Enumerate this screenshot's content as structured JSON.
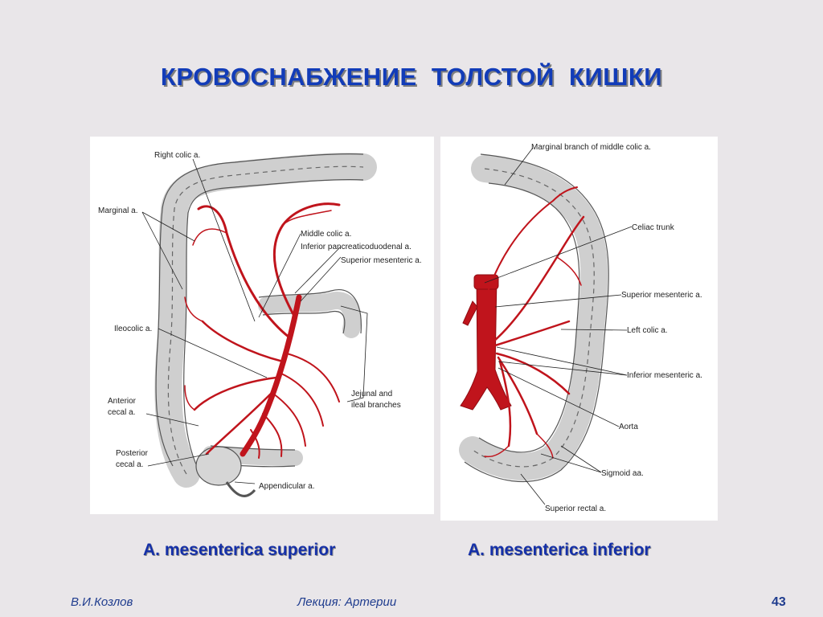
{
  "slide": {
    "title": "КРОВОСНАБЖЕНИЕ  ТОЛСТОЙ  КИШКИ",
    "caption_left": "A. mesenterica superior",
    "caption_right": "A. mesenterica inferior",
    "footer_author": "В.И.Козлов",
    "footer_lecture": "Лекция: Артерии",
    "page_number": "43"
  },
  "left_diagram": {
    "labels": {
      "right_colic": "Right colic a.",
      "marginal": "Marginal a.",
      "middle_colic": "Middle colic a.",
      "inferior_pancreaticoduodenal": "Inferior pancreaticoduodenal a.",
      "superior_mesenteric": "Superior mesenteric a.",
      "ileocolic": "Ileocolic a.",
      "jejunal_1": "Jejunal and",
      "jejunal_2": "ileal branches",
      "anterior_cecal_1": "Anterior",
      "anterior_cecal_2": "cecal a.",
      "posterior_cecal_1": "Posterior",
      "posterior_cecal_2": "cecal a.",
      "appendicular": "Appendicular a."
    }
  },
  "right_diagram": {
    "labels": {
      "marginal_branch": "Marginal branch of middle colic a.",
      "celiac_trunk": "Celiac trunk",
      "superior_mesenteric": "Superior mesenteric a.",
      "left_colic": "Left colic a.",
      "inferior_mesenteric": "Inferior mesenteric a.",
      "aorta": "Aorta",
      "sigmoid": "Sigmoid aa.",
      "superior_rectal": "Superior rectal a."
    }
  },
  "colors": {
    "title": "#123cb8",
    "caption": "#1530a8",
    "artery": "#c0141c",
    "background": "#e9e6e9"
  }
}
